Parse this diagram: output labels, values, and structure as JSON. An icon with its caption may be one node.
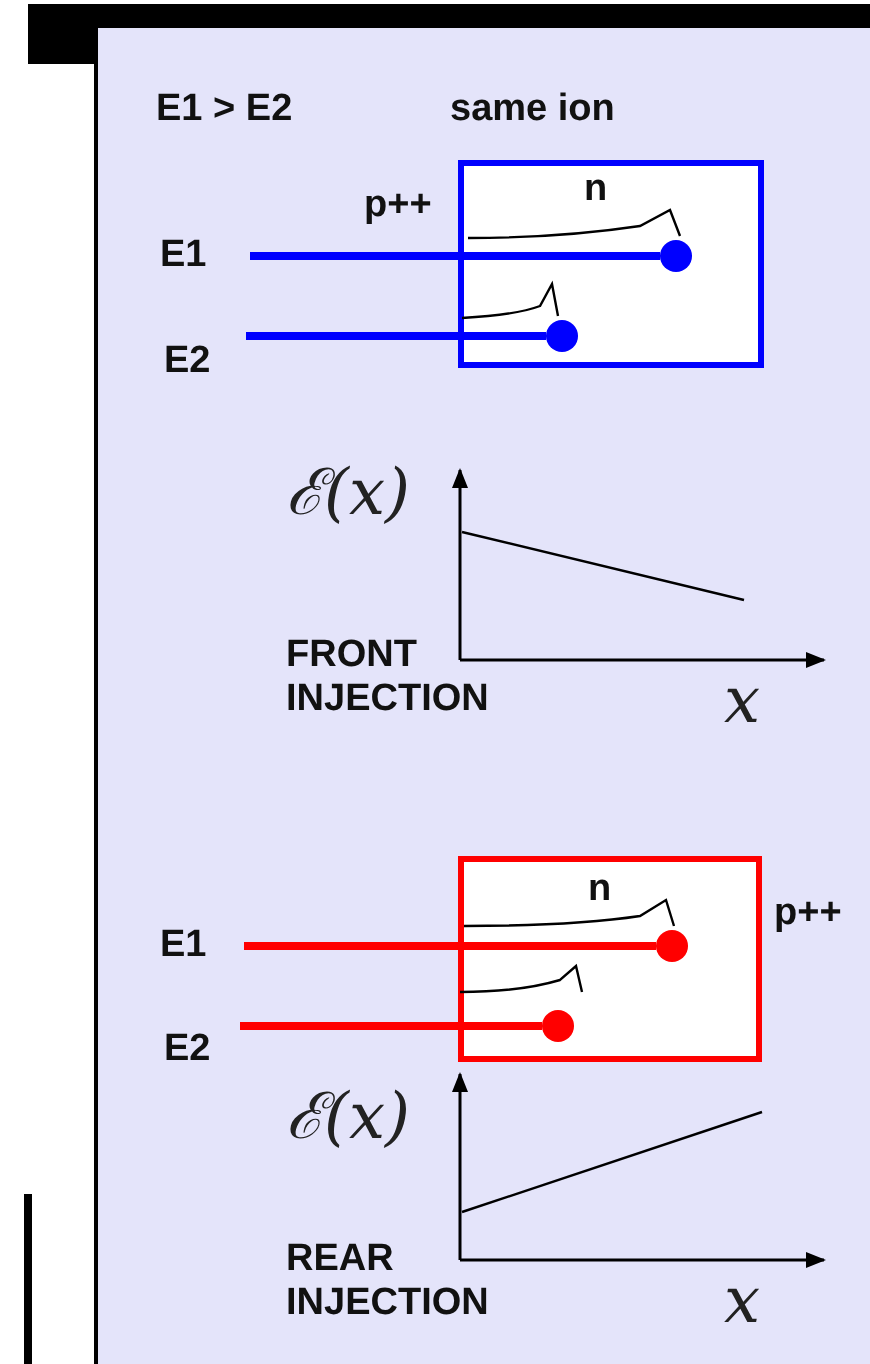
{
  "diagram": {
    "nodes": [
      {
        "text": [
          "n"
        ]
      },
      {
        "text": [
          "E1"
        ]
      },
      {
        "text": [],
        "shape": "circle",
        "in": 0
      },
      {
        "text": [
          "E2"
        ]
      },
      {
        "text": [],
        "shape": "circle",
        "in": 0
      },
      {
        "text": [
          "n"
        ]
      },
      {
        "text": [
          "E1"
        ]
      },
      {
        "text": [],
        "shape": "circle",
        "in": 5
      },
      {
        "text": [
          "E2"
        ]
      },
      {
        "text": [],
        "shape": "circle",
        "in": 5
      }
    ],
    "edges": [
      {
        "from": 1,
        "to": 2,
        "arrow": "none",
        "color": "#0000ff"
      },
      {
        "from": 3,
        "to": 4,
        "arrow": "none",
        "color": "#0000ff"
      },
      {
        "from": 6,
        "to": 7,
        "arrow": "none",
        "color": "#ff0000"
      },
      {
        "from": 8,
        "to": 9,
        "arrow": "none",
        "color": "#ff0000"
      }
    ],
    "labels": [
      "E1 > E2",
      "same ion",
      "p++",
      "ℰ(x)",
      "FRONT INJECTION",
      "x",
      "p++",
      "ℰ(x)",
      "REAR INJECTION",
      "x"
    ]
  }
}
